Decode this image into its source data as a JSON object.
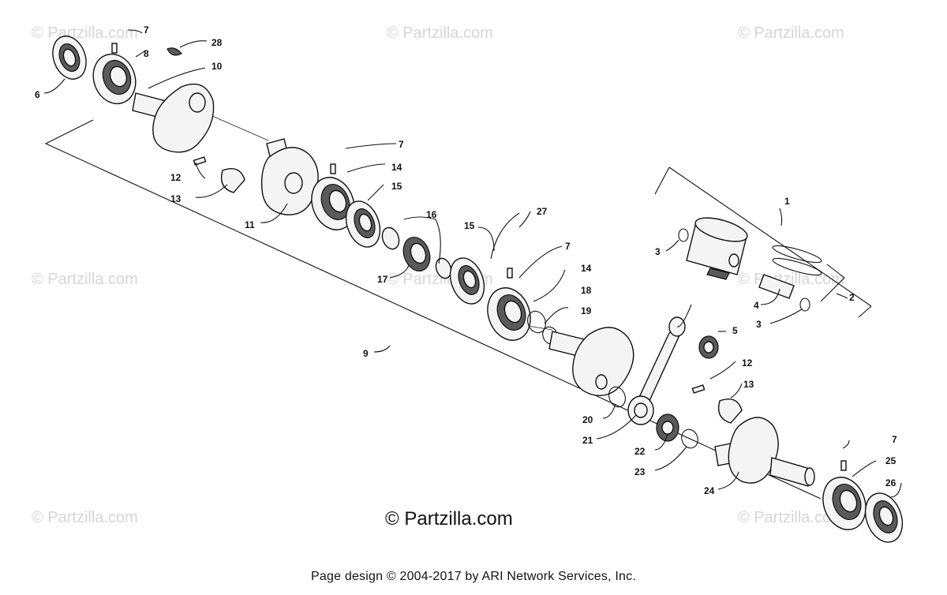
{
  "watermark": "© Partzilla.com",
  "center_copyright": "© Partzilla.com",
  "footer": "Page design © 2004-2017 by ARI Network Services, Inc.",
  "callouts": {
    "c1": "1",
    "c2": "2",
    "c3a": "3",
    "c3b": "3",
    "c4": "4",
    "c5": "5",
    "c6": "6",
    "c7a": "7",
    "c7b": "7",
    "c7c": "7",
    "c7d": "7",
    "c8": "8",
    "c9": "9",
    "c10": "10",
    "c11": "11",
    "c12a": "12",
    "c12b": "12",
    "c13a": "13",
    "c13b": "13",
    "c14a": "14",
    "c14b": "14",
    "c15a": "15",
    "c15b": "15",
    "c16": "16",
    "c17": "17",
    "c18": "18",
    "c19": "19",
    "c20": "20",
    "c21": "21",
    "c22": "22",
    "c23": "23",
    "c24": "24",
    "c25": "25",
    "c26": "26",
    "c27": "27",
    "c28": "28"
  }
}
